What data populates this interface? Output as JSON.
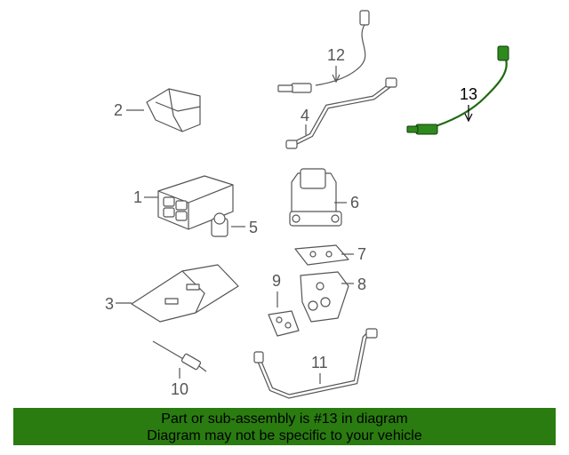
{
  "callouts": {
    "c1": "1",
    "c2": "2",
    "c3": "3",
    "c4": "4",
    "c5": "5",
    "c6": "6",
    "c7": "7",
    "c8": "8",
    "c9": "9",
    "c10": "10",
    "c11": "11",
    "c12": "12",
    "c13": "13"
  },
  "banner": {
    "line1": "Part or sub-assembly is #13 in diagram",
    "line2": "Diagram may not be specific to your vehicle"
  },
  "colors": {
    "banner_bg": "#2a7c10",
    "highlight_part": "#1f6b12",
    "line_art": "#555555"
  }
}
